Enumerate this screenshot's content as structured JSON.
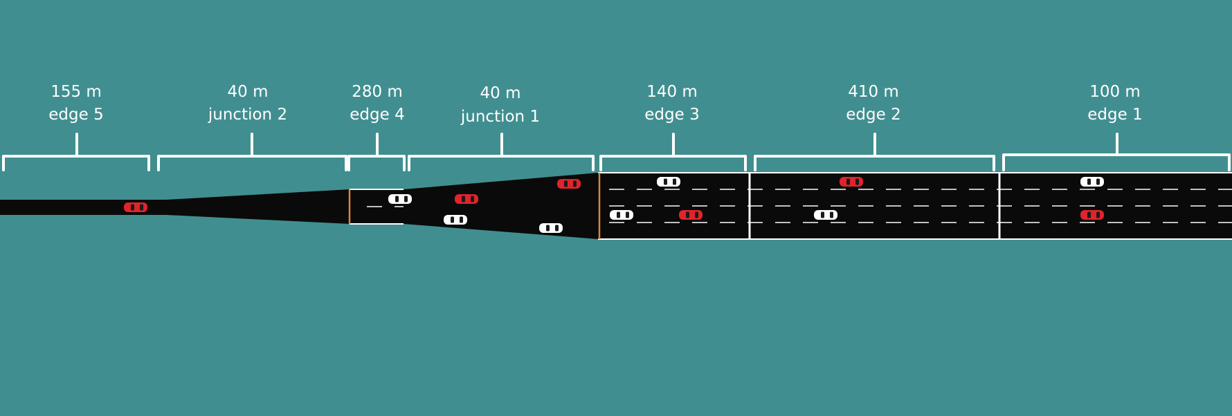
{
  "segments": [
    {
      "id": "edge5",
      "length": "155 m",
      "name": "edge 5"
    },
    {
      "id": "junction2",
      "length": "40 m",
      "name": "junction 2"
    },
    {
      "id": "edge4",
      "length": "280 m",
      "name": "edge 4"
    },
    {
      "id": "junction1",
      "length": "40 m",
      "name": "junction 1"
    },
    {
      "id": "edge3",
      "length": "140 m",
      "name": "edge 3"
    },
    {
      "id": "edge2",
      "length": "410 m",
      "name": "edge 2"
    },
    {
      "id": "edge1",
      "length": "100 m",
      "name": "edge 1"
    }
  ],
  "colors": {
    "background": "#418e90",
    "road": "#0a0a0a",
    "lane_marking": "#ffffff",
    "stop_line": "#d48a3a",
    "car_red": "#e0242b",
    "car_white": "#ffffff"
  },
  "vehicles": [
    {
      "segment": "edge5",
      "color": "red"
    },
    {
      "segment": "edge4",
      "color": "white"
    },
    {
      "segment": "junction1",
      "color": "red"
    },
    {
      "segment": "junction1",
      "color": "white"
    },
    {
      "segment": "junction1",
      "color": "white"
    },
    {
      "segment": "junction1",
      "color": "red"
    },
    {
      "segment": "edge3",
      "color": "white"
    },
    {
      "segment": "edge3",
      "color": "white"
    },
    {
      "segment": "edge3",
      "color": "red"
    },
    {
      "segment": "edge2",
      "color": "red"
    },
    {
      "segment": "edge2",
      "color": "white"
    },
    {
      "segment": "edge1",
      "color": "white"
    },
    {
      "segment": "edge1",
      "color": "red"
    }
  ]
}
